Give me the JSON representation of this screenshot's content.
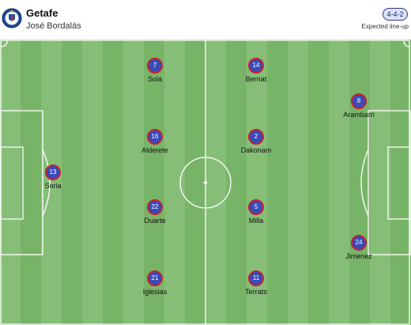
{
  "header": {
    "team_name": "Getafe",
    "coach": "José Bordalás",
    "formation": "4-4-2",
    "expected_label": "Expected line-up",
    "crest_icon": "getafe-crest-icon"
  },
  "colors": {
    "pitch_light": "#86be77",
    "pitch_dark": "#78b468",
    "badge_fill": "#3a4ab8",
    "badge_border": "#c8212b"
  },
  "players": [
    {
      "number": "13",
      "name": "Soria"
    },
    {
      "number": "7",
      "name": "Sola"
    },
    {
      "number": "16",
      "name": "Alderete"
    },
    {
      "number": "22",
      "name": "Duarte"
    },
    {
      "number": "21",
      "name": "Iglesias"
    },
    {
      "number": "14",
      "name": "Bernat"
    },
    {
      "number": "2",
      "name": "Dakonam"
    },
    {
      "number": "5",
      "name": "Milla"
    },
    {
      "number": "11",
      "name": "Terrats"
    },
    {
      "number": "8",
      "name": "Arambarri"
    },
    {
      "number": "24",
      "name": "Jimenez"
    }
  ]
}
